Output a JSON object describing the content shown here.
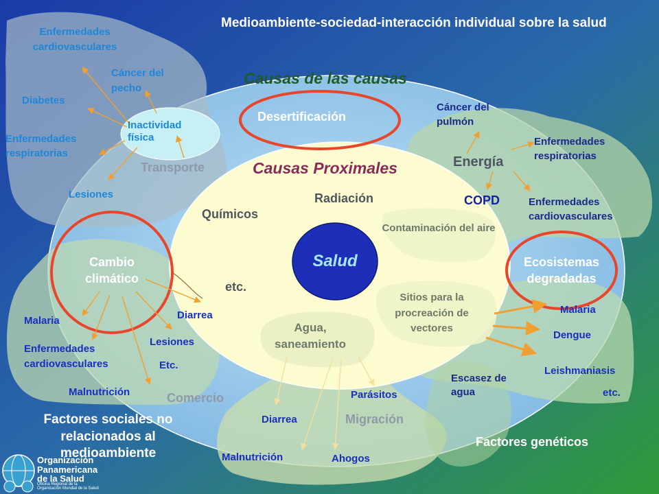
{
  "colors": {
    "bg_top_left": "#1a3aa8",
    "bg_bottom_right": "#2f9a38",
    "outer_ellipse": "#8cc3e8",
    "inner_ellipse": "#fdfbd0",
    "center_circle": "#1d2fb8",
    "highlight_ring": "#e8462a",
    "arrow_orange": "#f0a030"
  },
  "title": "Medioambiente-sociedad-interacción individual sobre la salud",
  "outer_label": "Causas de las causas",
  "inner_label": "Causas Proximales",
  "center": "Salud",
  "nodes": {
    "desertificacion": "Desertificación",
    "transporte": "Transporte",
    "inactividad": "Inactividad física",
    "energia": "Energía",
    "copd": "COPD",
    "cambio_climatico": "Cambio climático",
    "ecosistemas": "Ecosistemas degradadas",
    "comercio": "Comercio",
    "migracion": "Migración",
    "quimicos": "Químicos",
    "radiacion": "Radiación",
    "contaminacion": "Contaminación del aire",
    "etc_inner": "etc.",
    "agua": "Agua, saneamiento",
    "sitios": "Sitios para la procreación de vectores"
  },
  "effects": {
    "enf_cardio_tl": "Enfermedades cardiovasculares",
    "cancer_pecho": "Cáncer del pecho",
    "diabetes": "Diabetes",
    "enf_resp_l": "Enfermedades respiratorias",
    "lesiones_tl": "Lesiones",
    "cancer_pulmon": "Cáncer del pulmón",
    "enf_resp_r": "Enfermedades respiratorias",
    "enf_cardio_r": "Enfermedades cardiovasculares",
    "malaria_l": "Malaria",
    "enf_cardio_bl": "Enfermedades cardiovasculares",
    "malnutricion_l": "Malnutrición",
    "diarrea_l": "Diarrea",
    "lesiones_bl": "Lesiones",
    "etc_bl": "Etc.",
    "malaria_r": "Malaria",
    "dengue": "Dengue",
    "leishmaniasis": "Leishmaniasis",
    "etc_r": "etc.",
    "escasez": "Escasez de agua",
    "parasitos": "Parásitos",
    "diarrea_b": "Diarrea",
    "malnutricion_b": "Malnutrición",
    "ahogos": "Ahogos"
  },
  "footer": {
    "sociales": "Factores sociales no relacionados al medioambiente",
    "geneticos": "Factores genéticos"
  },
  "logo": {
    "line1": "Organización",
    "line2": "Panamericana",
    "line3": "de la Salud",
    "sub1": "Oficina Regional de la",
    "sub2": "Organización Mundial de la Salud"
  }
}
